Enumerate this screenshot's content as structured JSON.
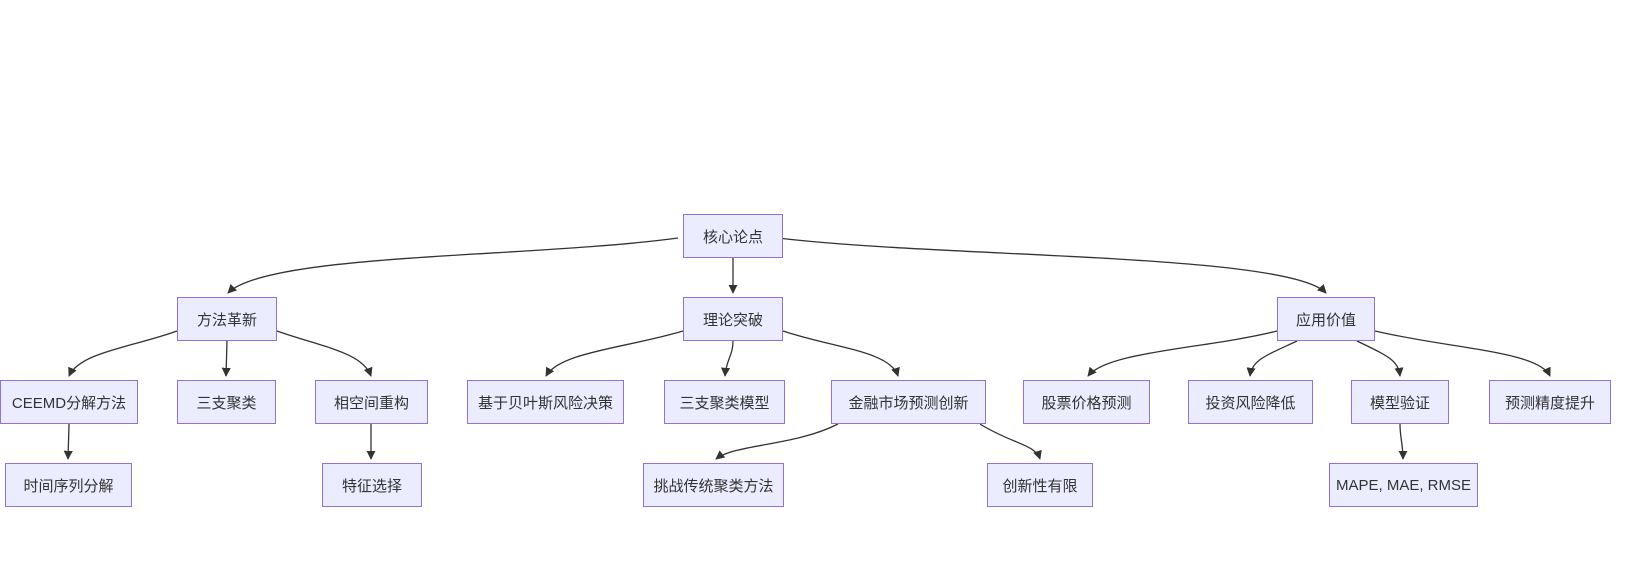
{
  "diagram": {
    "type": "flowchart",
    "direction": "top-down",
    "background_color": "#ffffff",
    "node_fill_color": "#ECECFF",
    "node_border_color": "#9370DB",
    "edge_color": "#333333",
    "text_color": "#333333"
  },
  "nodes": {
    "root": {
      "label": "核心论点"
    },
    "method": {
      "label": "方法革新"
    },
    "theory": {
      "label": "理论突破"
    },
    "application": {
      "label": "应用价值"
    },
    "ceemd": {
      "label": "CEEMD分解方法"
    },
    "three_way": {
      "label": "三支聚类"
    },
    "phase_space": {
      "label": "相空间重构"
    },
    "bayes": {
      "label": "基于贝叶斯风险决策"
    },
    "three_way_model": {
      "label": "三支聚类模型"
    },
    "finance_innovation": {
      "label": "金融市场预测创新"
    },
    "stock_prediction": {
      "label": "股票价格预测"
    },
    "risk_reduction": {
      "label": "投资风险降低"
    },
    "model_validation": {
      "label": "模型验证"
    },
    "accuracy": {
      "label": "预测精度提升"
    },
    "time_series": {
      "label": "时间序列分解"
    },
    "feature_selection": {
      "label": "特征选择"
    },
    "challenge": {
      "label": "挑战传统聚类方法"
    },
    "limited_novelty": {
      "label": "创新性有限"
    },
    "metrics": {
      "label": "MAPE, MAE, RMSE"
    }
  },
  "edges": [
    {
      "from": "root",
      "to": "method"
    },
    {
      "from": "root",
      "to": "theory"
    },
    {
      "from": "root",
      "to": "application"
    },
    {
      "from": "method",
      "to": "ceemd"
    },
    {
      "from": "method",
      "to": "three_way"
    },
    {
      "from": "method",
      "to": "phase_space"
    },
    {
      "from": "theory",
      "to": "bayes"
    },
    {
      "from": "theory",
      "to": "three_way_model"
    },
    {
      "from": "theory",
      "to": "finance_innovation"
    },
    {
      "from": "ceemd",
      "to": "time_series"
    },
    {
      "from": "phase_space",
      "to": "feature_selection"
    },
    {
      "from": "finance_innovation",
      "to": "challenge"
    },
    {
      "from": "finance_innovation",
      "to": "limited_novelty"
    },
    {
      "from": "application",
      "to": "stock_prediction"
    },
    {
      "from": "application",
      "to": "risk_reduction"
    },
    {
      "from": "application",
      "to": "model_validation"
    },
    {
      "from": "application",
      "to": "accuracy"
    },
    {
      "from": "model_validation",
      "to": "metrics"
    }
  ]
}
